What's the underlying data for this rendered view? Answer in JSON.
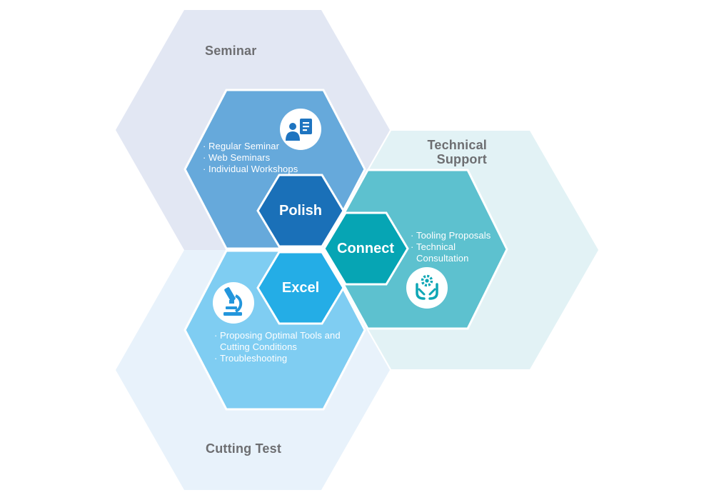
{
  "diagram": {
    "colors": {
      "seminar_outer": "#e2e7f3",
      "seminar_inner": "#66a9db",
      "cutting_outer": "#e8f2fb",
      "cutting_inner": "#7fcdf2",
      "technical_outer": "#e2f2f5",
      "technical_inner": "#5dc1cf",
      "polish": "#1a70b8",
      "excel": "#24ade6",
      "connect": "#06a5b4",
      "title_text": "#6d6e71",
      "icon_circle": "#ffffff"
    },
    "seminar": {
      "title": "Seminar",
      "icon": "presenter-icon",
      "items": [
        "Regular Seminar",
        "Web Seminars",
        "Individual Workshops"
      ]
    },
    "technical_support": {
      "title_line1": "Technical",
      "title_line2": "Support",
      "icon": "gear-hands-icon",
      "items": [
        "Tooling Proposals",
        "Technical",
        "Consultation"
      ]
    },
    "cutting_test": {
      "title": "Cutting Test",
      "icon": "microscope-icon",
      "items": [
        "Proposing Optimal Tools and",
        "Cutting Conditions",
        "Troubleshooting"
      ]
    },
    "core": {
      "polish": "Polish",
      "connect": "Connect",
      "excel": "Excel"
    }
  }
}
